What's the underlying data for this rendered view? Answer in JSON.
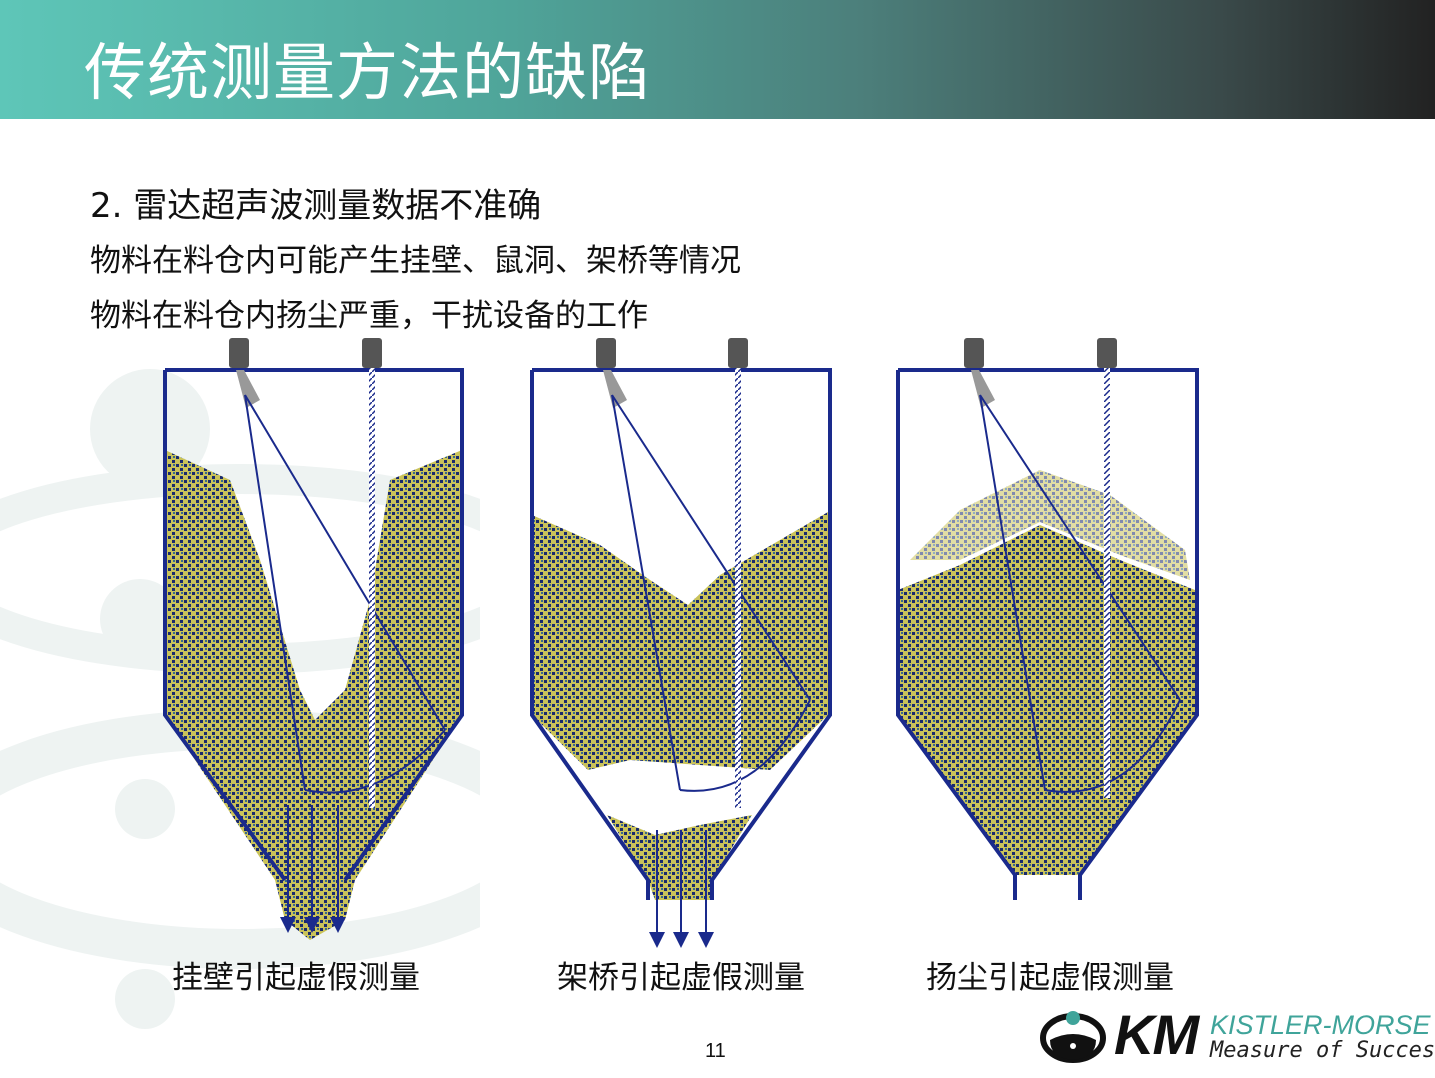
{
  "header": {
    "title": "传统测量方法的缺陷"
  },
  "content": {
    "line1": "2. 雷达超声波测量数据不准确",
    "line2": "物料在料仓内可能产生挂壁、鼠洞、架桥等情况",
    "line3": "物料在料仓内扬尘严重，干扰设备的工作"
  },
  "captions": [
    "挂壁引起虚假测量",
    "架桥引起虚假测量",
    "扬尘引起虚假测量"
  ],
  "page_number": "11",
  "logo": {
    "mark": "KM",
    "name": "KISTLER-MORSE",
    "tagline": "Measure of Success"
  },
  "colors": {
    "header_start": "#5ec6b8",
    "header_end": "#222222",
    "silo_outline": "#1a2a8c",
    "material": "#c9c25a",
    "logo_teal": "#3fa49a"
  }
}
